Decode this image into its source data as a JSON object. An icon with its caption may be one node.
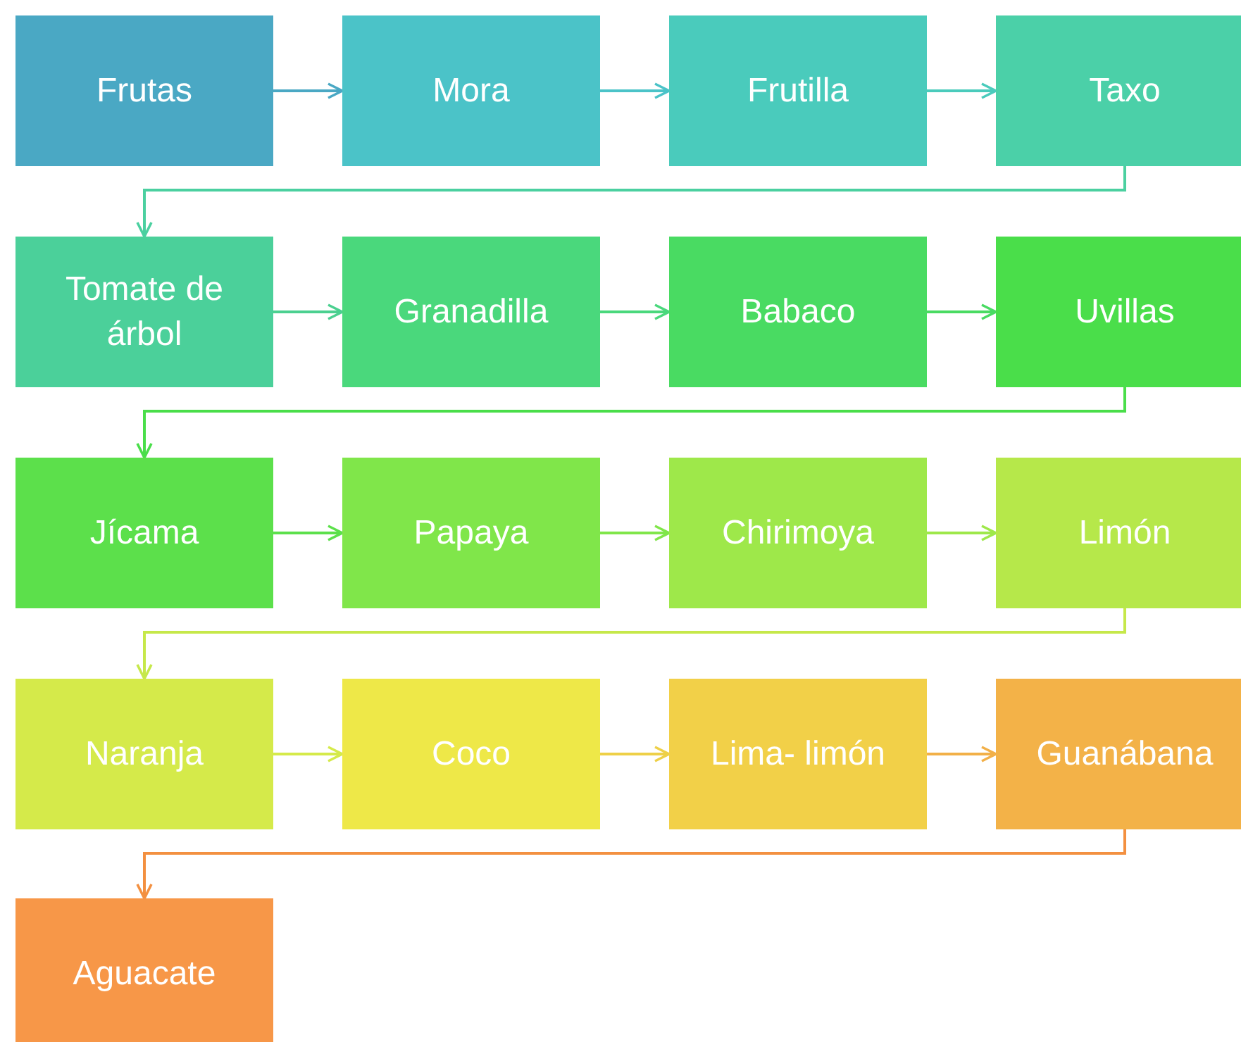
{
  "diagram": {
    "nodes": [
      {
        "text": [
          "Frutas"
        ]
      },
      {
        "text": [
          "Mora"
        ]
      },
      {
        "text": [
          "Frutilla"
        ]
      },
      {
        "text": [
          "Taxo"
        ]
      },
      {
        "text": [
          "Tomate de árbol"
        ]
      },
      {
        "text": [
          "Granadilla"
        ]
      },
      {
        "text": [
          "Babaco"
        ]
      },
      {
        "text": [
          "Uvillas"
        ]
      },
      {
        "text": [
          "Jícama"
        ]
      },
      {
        "text": [
          "Papaya"
        ]
      },
      {
        "text": [
          "Chirimoya"
        ]
      },
      {
        "text": [
          "Limón"
        ]
      },
      {
        "text": [
          "Naranja"
        ]
      },
      {
        "text": [
          "Coco"
        ]
      },
      {
        "text": [
          "Lima- limón"
        ]
      },
      {
        "text": [
          "Guanábana"
        ]
      },
      {
        "text": [
          "Aguacate"
        ]
      }
    ],
    "edges": [
      {
        "from": 0,
        "to": 1,
        "arrow": "to",
        "color": "#4aa8c4"
      },
      {
        "from": 1,
        "to": 2,
        "arrow": "to",
        "color": "#4bc3c8"
      },
      {
        "from": 2,
        "to": 3,
        "arrow": "to",
        "color": "#4acbbc"
      },
      {
        "from": 3,
        "to": 4,
        "arrow": "to",
        "color": "#4bd0a0"
      },
      {
        "from": 4,
        "to": 5,
        "arrow": "to",
        "color": "#4bd090"
      },
      {
        "from": 5,
        "to": 6,
        "arrow": "to",
        "color": "#4ad87c"
      },
      {
        "from": 6,
        "to": 7,
        "arrow": "to",
        "color": "#49db62"
      },
      {
        "from": 7,
        "to": 8,
        "arrow": "to",
        "color": "#4ade4a"
      },
      {
        "from": 8,
        "to": 9,
        "arrow": "to",
        "color": "#5ce04b"
      },
      {
        "from": 9,
        "to": 10,
        "arrow": "to",
        "color": "#80e64a"
      },
      {
        "from": 10,
        "to": 11,
        "arrow": "to",
        "color": "#9ee84a"
      },
      {
        "from": 11,
        "to": 12,
        "arrow": "to",
        "color": "#c6e84a"
      },
      {
        "from": 12,
        "to": 13,
        "arrow": "to",
        "color": "#d5ea4a"
      },
      {
        "from": 13,
        "to": 14,
        "arrow": "to",
        "color": "#eed048"
      },
      {
        "from": 14,
        "to": 15,
        "arrow": "to",
        "color": "#f2b048"
      },
      {
        "from": 15,
        "to": 16,
        "arrow": "to",
        "color": "#f39040"
      }
    ]
  }
}
